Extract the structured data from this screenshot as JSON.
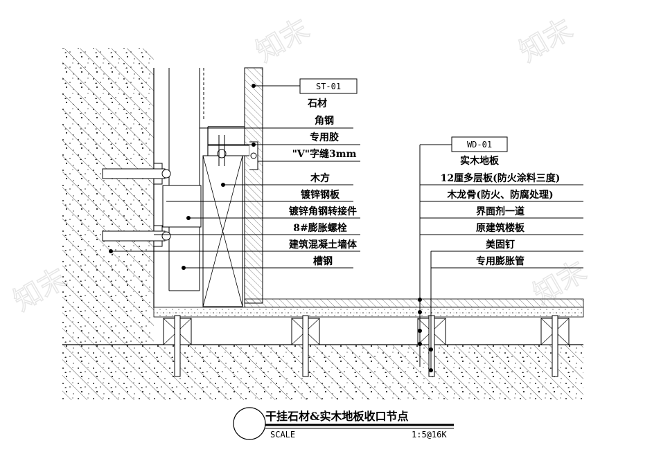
{
  "watermark": "知末",
  "tags": {
    "stone": "ST-01",
    "wood": "WD-01"
  },
  "left_labels": [
    "石材",
    "角钢",
    "专用胶",
    "\"V\"字缝3mm",
    "木方",
    "镀锌钢板",
    "镀锌角钢转接件",
    "8#膨胀螺栓",
    "建筑混凝土墙体",
    "槽钢"
  ],
  "right_labels": [
    "实木地板",
    "12厘多层板(防火涂料三度)",
    "木龙骨(防火、防腐处理)",
    "界面剂一道",
    "原建筑楼板",
    "美固钉",
    "专用膨胀管"
  ],
  "title_block": {
    "title": "干挂石材&实木地板收口节点",
    "scale_label": "SCALE",
    "scale_value": "1:5@16K"
  },
  "colors": {
    "ink": "#000000",
    "hatch": "#333333",
    "watermark": "#e6e6e6"
  }
}
